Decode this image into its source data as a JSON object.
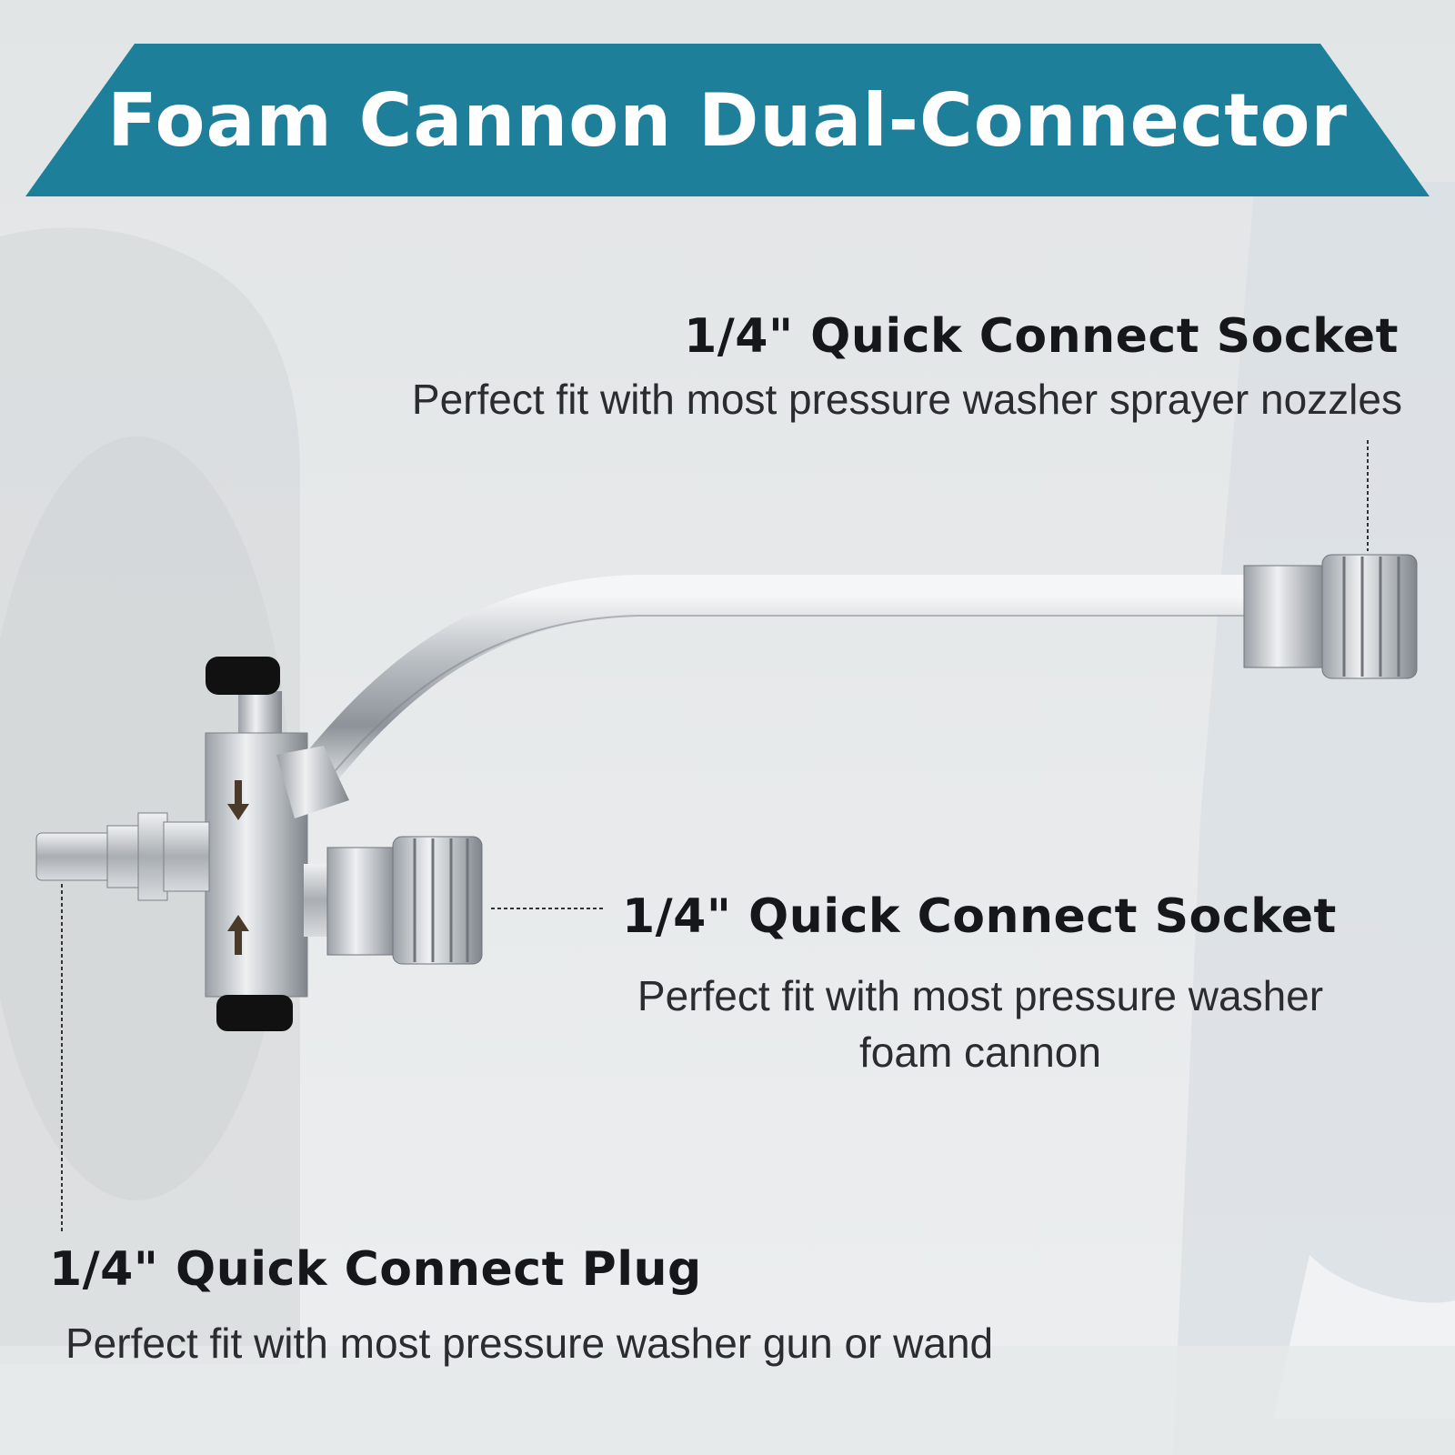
{
  "banner": {
    "title": "Foam Cannon Dual-Connector",
    "color": "#1e7f9a"
  },
  "callouts": {
    "top_socket": {
      "title": "1/4\" Quick Connect Socket",
      "description": "Perfect fit with most pressure washer sprayer nozzles"
    },
    "middle_socket": {
      "title": "1/4\" Quick Connect Socket",
      "description_line1": "Perfect fit with most pressure washer",
      "description_line2": "foam cannon"
    },
    "plug": {
      "title": "1/4\" Quick Connect Plug",
      "description": "Perfect fit with most pressure washer gun or wand"
    }
  },
  "colors": {
    "text_dark": "#15171a",
    "metal": "#c8ccd0",
    "knob": "#111111"
  },
  "icons": {
    "flow_arrow_down": "arrow-down-icon",
    "flow_arrow_up": "arrow-up-icon"
  }
}
